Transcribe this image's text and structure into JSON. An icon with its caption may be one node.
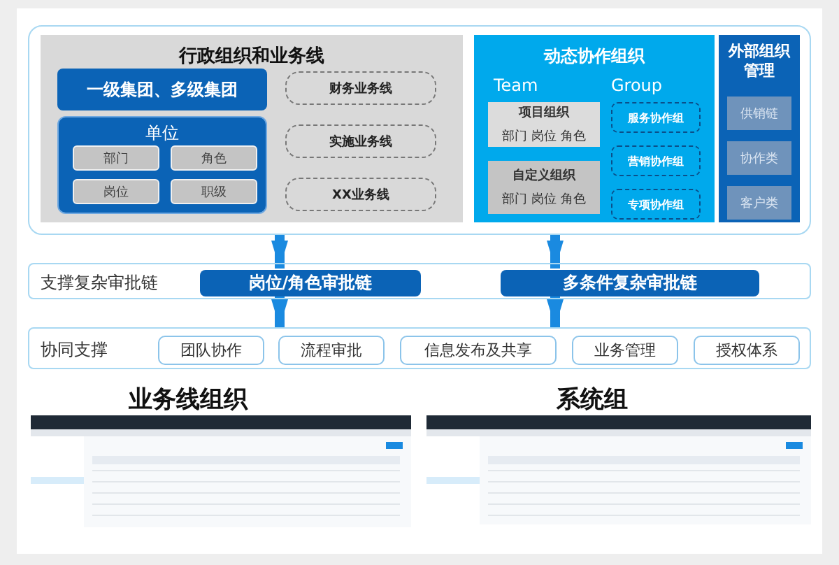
{
  "diagram": {
    "nodes": [
      {
        "text": [],
        "shape": "box"
      },
      {
        "text": [
          "行政组织和业务线"
        ],
        "in": 0
      },
      {
        "text": [
          "一级集团、多级集团"
        ],
        "in": 1
      },
      {
        "text": [
          "单位"
        ],
        "in": 1
      },
      {
        "text": [
          "部门"
        ],
        "in": 3
      },
      {
        "text": [
          "角色"
        ],
        "in": 3
      },
      {
        "text": [
          "岗位"
        ],
        "in": 3
      },
      {
        "text": [
          "职级"
        ],
        "in": 3
      },
      {
        "text": [
          "财务业务线"
        ],
        "in": 1
      },
      {
        "text": [
          "实施业务线"
        ],
        "in": 1
      },
      {
        "text": [
          "XX业务线"
        ],
        "in": 1
      },
      {
        "text": [
          "动态协作组织",
          "Team",
          "Group"
        ],
        "in": 0
      },
      {
        "text": [
          "项目组织",
          "部门 岗位 角色"
        ],
        "in": 11
      },
      {
        "text": [
          "自定义组织",
          "部门 岗位 角色"
        ],
        "in": 11
      },
      {
        "text": [
          "服务协作组"
        ],
        "in": 11
      },
      {
        "text": [
          "营销协作组"
        ],
        "in": 11
      },
      {
        "text": [
          "专项协作组"
        ],
        "in": 11
      },
      {
        "text": [
          "外部组织管理"
        ],
        "in": 0
      },
      {
        "text": [
          "供销链"
        ],
        "in": 17
      },
      {
        "text": [
          "协作类"
        ],
        "in": 17
      },
      {
        "text": [
          "客户类"
        ],
        "in": 17
      },
      {
        "text": [
          "支撑复杂审批链"
        ]
      },
      {
        "text": [
          "岗位/角色审批链"
        ],
        "in": 21
      },
      {
        "text": [
          "多条件复杂审批链"
        ],
        "in": 21
      },
      {
        "text": [
          "协同支撑"
        ]
      },
      {
        "text": [
          "团队协作"
        ],
        "in": 24
      },
      {
        "text": [
          "流程审批"
        ],
        "in": 24
      },
      {
        "text": [
          "信息发布及共享"
        ],
        "in": 24
      },
      {
        "text": [
          "业务管理"
        ],
        "in": 24
      },
      {
        "text": [
          "授权体系"
        ],
        "in": 24
      }
    ],
    "edges": [
      {
        "from": 0,
        "to": 22,
        "arrow": "to"
      },
      {
        "from": 0,
        "to": 23,
        "arrow": "to"
      },
      {
        "from": 22,
        "to": 24,
        "arrow": "to"
      },
      {
        "from": 23,
        "to": 24,
        "arrow": "to"
      }
    ],
    "labels": [
      "业务线组织",
      "系统组"
    ]
  }
}
